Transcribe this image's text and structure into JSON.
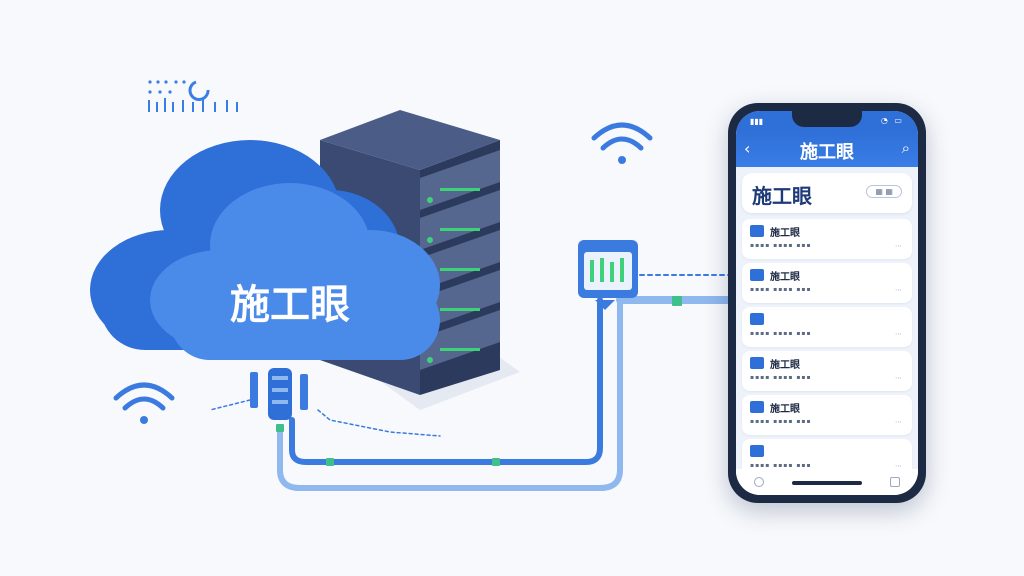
{
  "cloud": {
    "label": "施工眼"
  },
  "phone": {
    "app_title": "施工眼",
    "section_title": "施工眼",
    "items": [
      {
        "title": "施工眼"
      },
      {
        "title": "施工眼"
      },
      {
        "title": ""
      },
      {
        "title": "施工眼"
      },
      {
        "title": "施工眼"
      },
      {
        "title": ""
      }
    ]
  },
  "colors": {
    "cloud_dark": "#2f6fd8",
    "cloud_light": "#4a8ae8",
    "server_body": "#3a4a72",
    "server_top": "#4b5c87",
    "led_green": "#3fd07a",
    "cable_blue": "#3b7be0",
    "cable_light": "#8fb8ef"
  },
  "icons": [
    "wifi-icon",
    "wifi-icon",
    "search-icon",
    "back-arrow-icon"
  ]
}
